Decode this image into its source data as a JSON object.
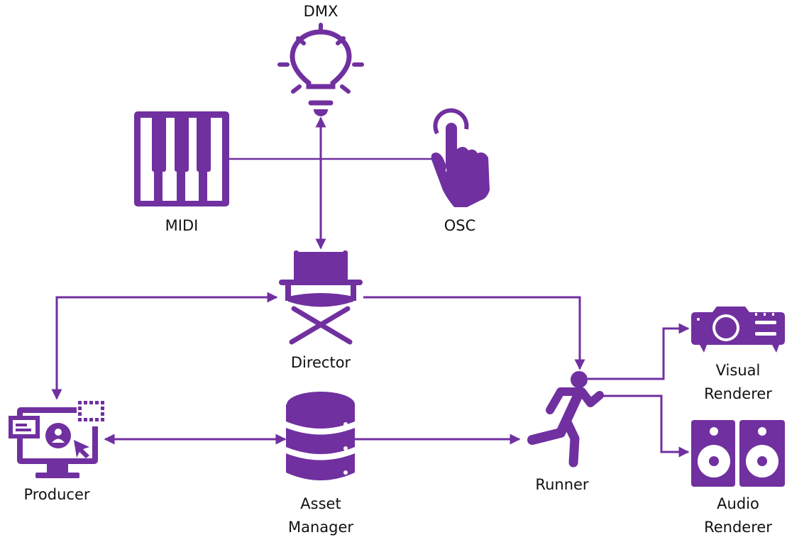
{
  "diagram": {
    "accent_color": "#7030A0",
    "nodes": {
      "dmx": {
        "label": "DMX",
        "icon": "lightbulb-icon"
      },
      "midi": {
        "label": "MIDI",
        "icon": "piano-keys-icon"
      },
      "osc": {
        "label": "OSC",
        "icon": "touch-hand-icon"
      },
      "director": {
        "label": "Director",
        "icon": "director-chair-icon"
      },
      "producer": {
        "label": "Producer",
        "icon": "monitor-user-icon"
      },
      "asset_manager": {
        "label_line1": "Asset",
        "label_line2": "Manager",
        "icon": "database-icon"
      },
      "runner": {
        "label": "Runner",
        "icon": "running-person-icon"
      },
      "visual_renderer": {
        "label_line1": "Visual",
        "label_line2": "Renderer",
        "icon": "projector-icon"
      },
      "audio_renderer": {
        "label_line1": "Audio",
        "label_line2": "Renderer",
        "icon": "speakers-icon"
      }
    },
    "edges": [
      {
        "from": "MIDI",
        "to": "OSC",
        "type": "line"
      },
      {
        "from": "DMX",
        "to": "Director",
        "type": "bidirectional"
      },
      {
        "from": "Producer",
        "to": "Director",
        "type": "bidirectional"
      },
      {
        "from": "Director",
        "to": "Runner",
        "type": "arrow"
      },
      {
        "from": "Producer",
        "to": "Asset Manager",
        "type": "bidirectional"
      },
      {
        "from": "Asset Manager",
        "to": "Runner",
        "type": "arrow"
      },
      {
        "from": "Runner",
        "to": "Visual Renderer",
        "type": "arrow"
      },
      {
        "from": "Runner",
        "to": "Audio Renderer",
        "type": "arrow"
      }
    ]
  }
}
